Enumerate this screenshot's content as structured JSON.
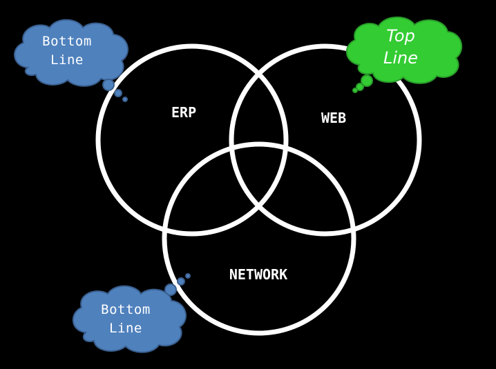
{
  "diagram": {
    "background_color": "#000000",
    "circles": [
      {
        "id": "erp",
        "label": "ERP"
      },
      {
        "id": "web",
        "label": "WEB"
      },
      {
        "id": "network",
        "label": "NETWORK"
      }
    ],
    "circle_stroke_color": "#ffffff",
    "callouts": [
      {
        "id": "bottom-line-top-left",
        "lines": [
          "Bottom",
          "Line"
        ],
        "color": "#4f81bd",
        "points_to": "ERP"
      },
      {
        "id": "top-line-top-right",
        "lines": [
          "Top",
          "Line"
        ],
        "color": "#33cc33",
        "points_to": "WEB"
      },
      {
        "id": "bottom-line-bottom-left",
        "lines": [
          "Bottom",
          "Line"
        ],
        "color": "#4f81bd",
        "points_to": "NETWORK"
      }
    ]
  }
}
